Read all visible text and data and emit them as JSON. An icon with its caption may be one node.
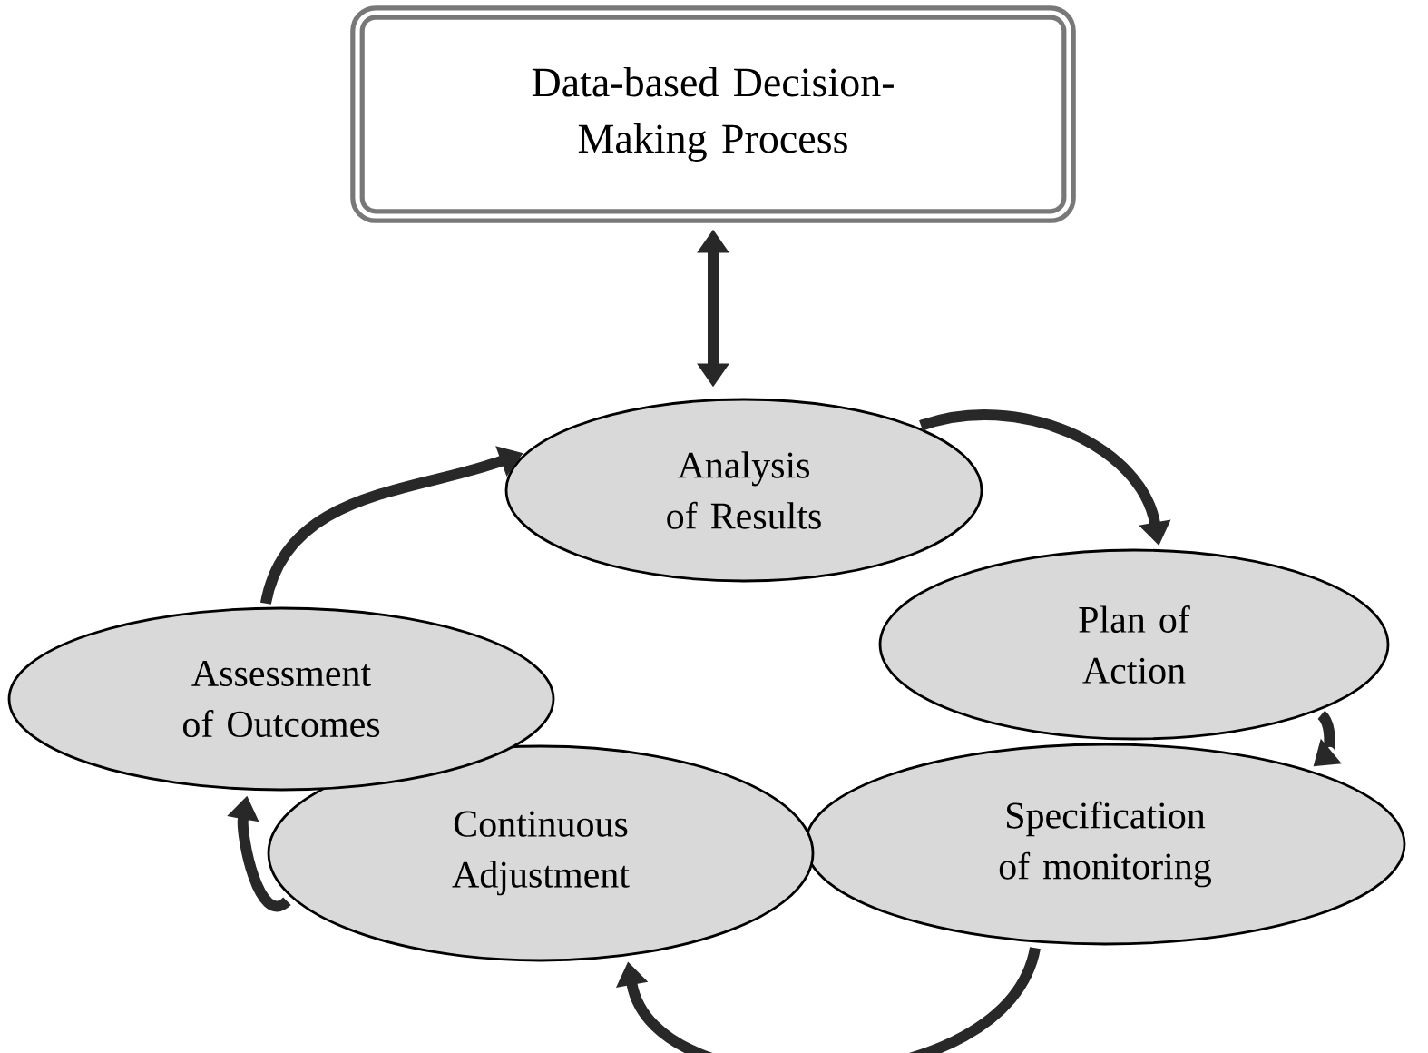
{
  "diagram": {
    "nodes": [
      {
        "text": [
          "Data-based Decision-Making Process"
        ]
      },
      {
        "text": [
          "Analysis of Results"
        ]
      },
      {
        "text": [
          "Plan of Action"
        ]
      },
      {
        "text": [
          "Specification of monitoring"
        ]
      },
      {
        "text": [
          "Continuous Adjustment"
        ]
      },
      {
        "text": [
          "Assessment of Outcomes"
        ]
      }
    ],
    "edges": [
      {
        "from": 0,
        "to": 1,
        "arrow": "both"
      },
      {
        "from": 1,
        "to": 2,
        "arrow": "to"
      },
      {
        "from": 2,
        "to": 3,
        "arrow": "to"
      },
      {
        "from": 3,
        "to": 4,
        "arrow": "to"
      },
      {
        "from": 4,
        "to": 5,
        "arrow": "to"
      },
      {
        "from": 5,
        "to": 1,
        "arrow": "to"
      }
    ]
  }
}
